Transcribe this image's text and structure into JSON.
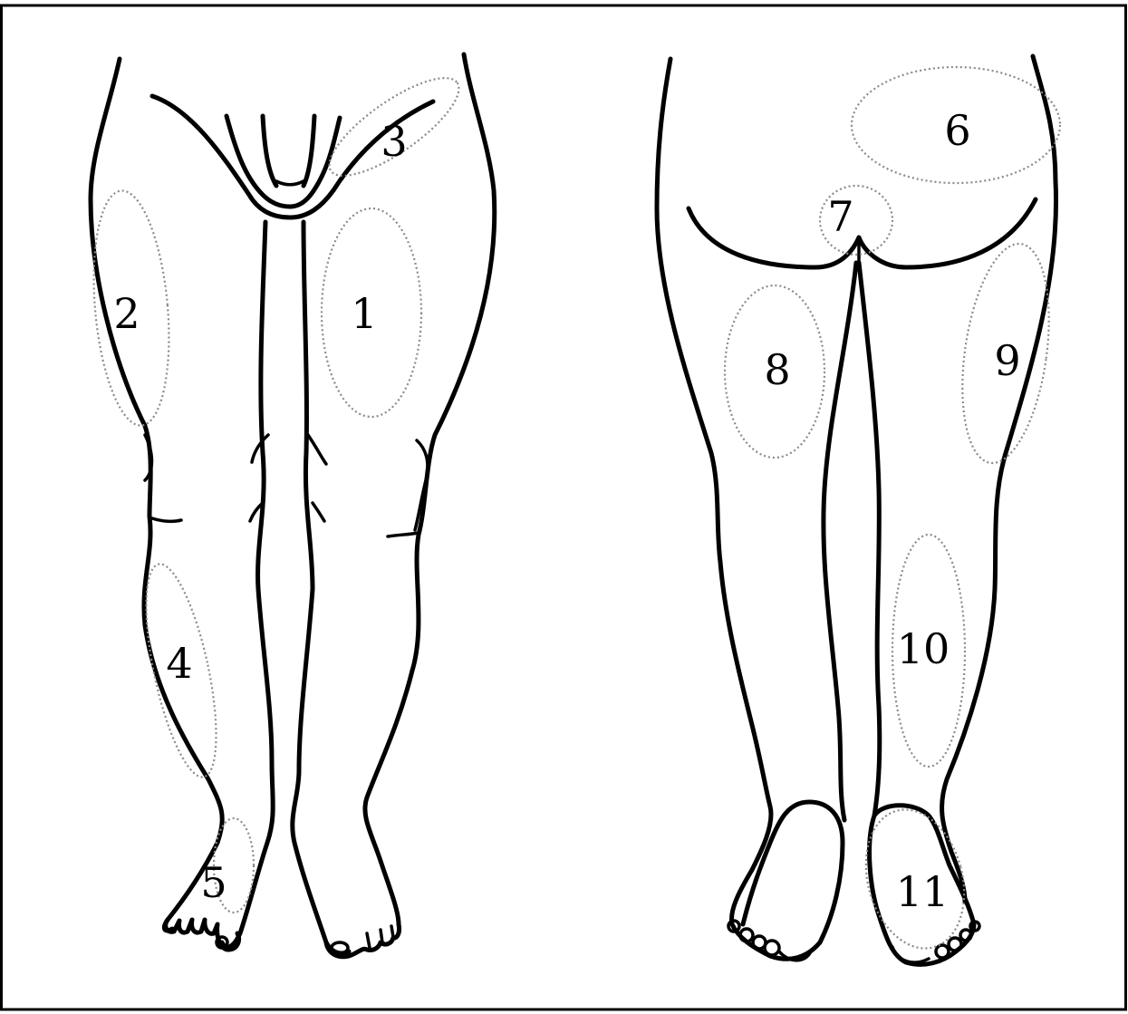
{
  "figure": {
    "border_color": "#000000",
    "background": "#ffffff",
    "region_stroke_color": "#8a8a8a",
    "views": [
      "front-view",
      "back-view"
    ],
    "region_labels": [
      "1",
      "2",
      "3",
      "4",
      "5",
      "6",
      "7",
      "8",
      "9",
      "10",
      "11"
    ]
  }
}
